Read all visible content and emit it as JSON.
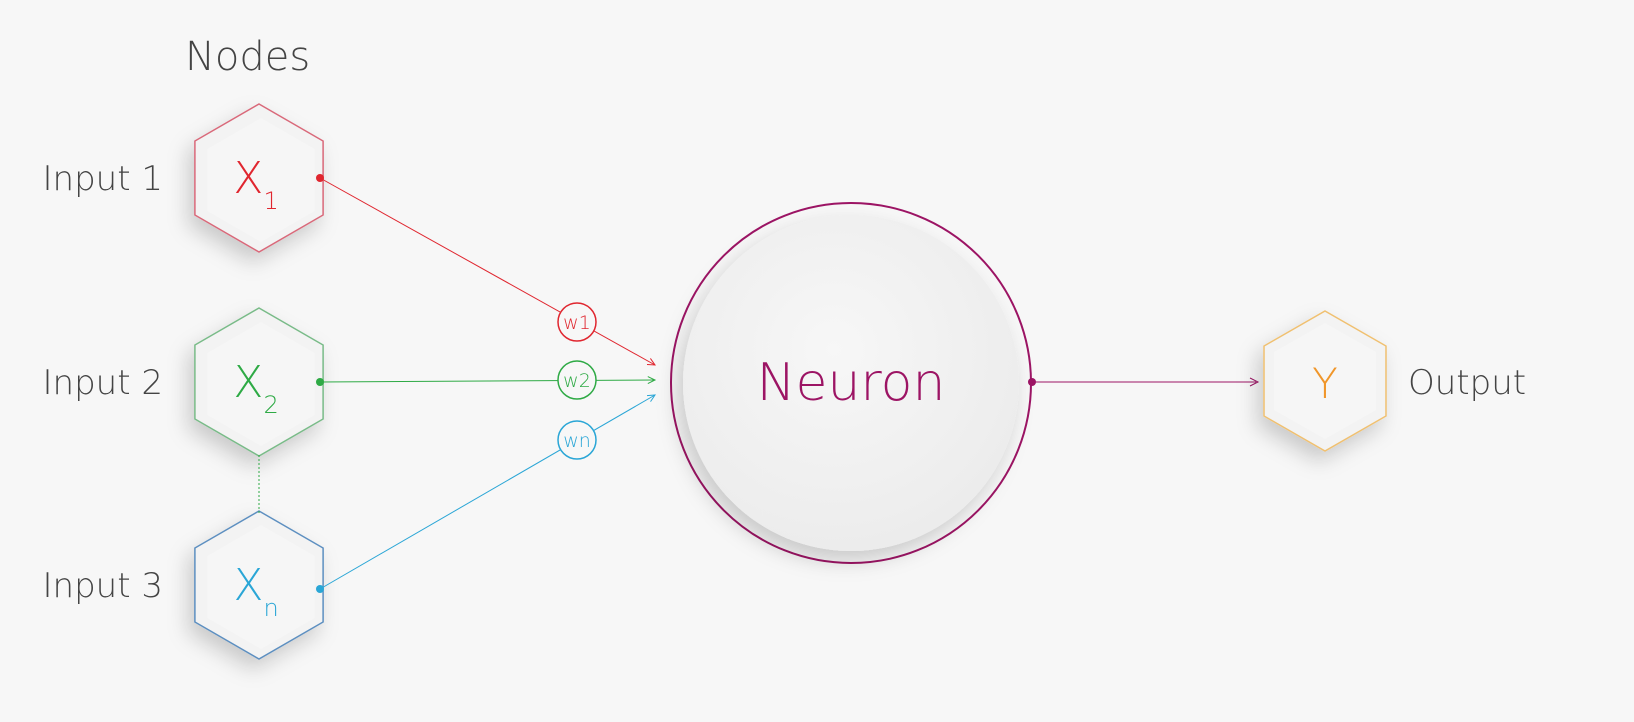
{
  "title": "Nodes",
  "inputs": [
    {
      "label": "Input 1",
      "symbol": "X",
      "sub": "1",
      "weight": "w1",
      "color": "#e0262f",
      "border": "#d9697a"
    },
    {
      "label": "Input 2",
      "symbol": "X",
      "sub": "2",
      "weight": "w2",
      "color": "#2eaa45",
      "border": "#79bb88"
    },
    {
      "label": "Input 3",
      "symbol": "X",
      "sub": "n",
      "weight": "wn",
      "color": "#2aa6d6",
      "border": "#5d8fc0"
    }
  ],
  "neuron": {
    "label": "Neuron",
    "color": "#9c1464"
  },
  "output": {
    "symbol": "Y",
    "label": "Output",
    "color": "#f0962a",
    "border": "#f0c070"
  }
}
